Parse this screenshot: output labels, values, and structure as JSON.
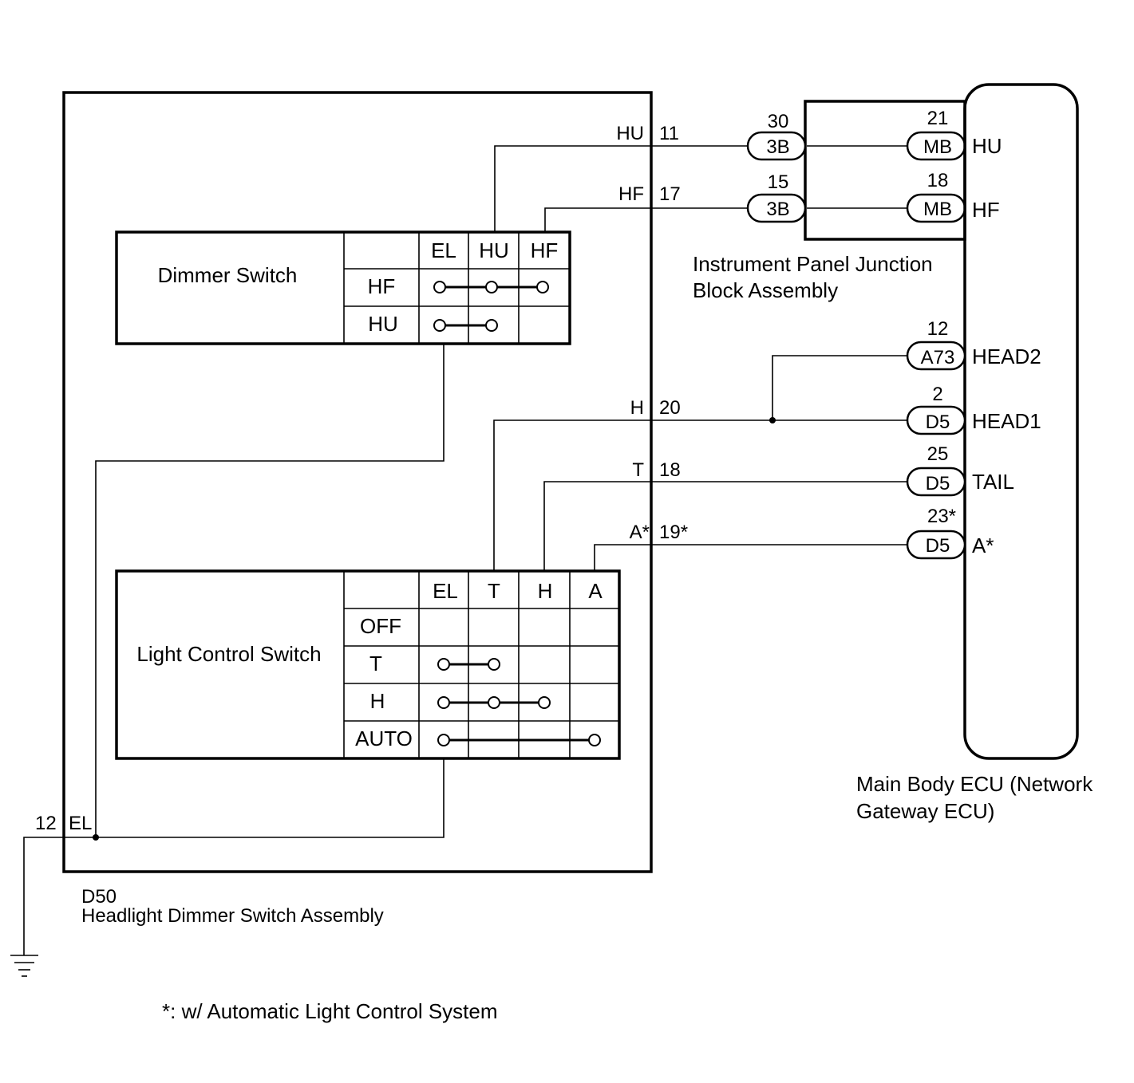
{
  "assembly": {
    "code": "D50",
    "name": "Headlight Dimmer Switch Assembly"
  },
  "dimmer_switch": {
    "title": "Dimmer Switch",
    "columns": [
      "EL",
      "HU",
      "HF"
    ],
    "rows": [
      "HF",
      "HU"
    ]
  },
  "light_control_switch": {
    "title": "Light Control Switch",
    "columns": [
      "EL",
      "T",
      "H",
      "A"
    ],
    "rows": [
      "OFF",
      "T",
      "H",
      "AUTO"
    ]
  },
  "d50_pins": {
    "hu": {
      "name": "HU",
      "pin": "11"
    },
    "hf": {
      "name": "HF",
      "pin": "17"
    },
    "h": {
      "name": "H",
      "pin": "20"
    },
    "t": {
      "name": "T",
      "pin": "18"
    },
    "a": {
      "name": "A*",
      "pin": "19*"
    },
    "el": {
      "name": "EL",
      "pin": "12"
    }
  },
  "junction_block": {
    "name_line1": "Instrument Panel Junction",
    "name_line2": "Block Assembly",
    "in_hu": {
      "connector": "3B",
      "pin": "30"
    },
    "in_hf": {
      "connector": "3B",
      "pin": "15"
    },
    "out_hu": {
      "connector": "MB",
      "pin": "21"
    },
    "out_hf": {
      "connector": "MB",
      "pin": "18"
    }
  },
  "ecu": {
    "name_line1": "Main Body ECU (Network",
    "name_line2": "Gateway ECU)",
    "terminals": {
      "hu": {
        "label": "HU"
      },
      "hf": {
        "label": "HF"
      },
      "head2": {
        "label": "HEAD2",
        "connector": "A73",
        "pin": "12"
      },
      "head1": {
        "label": "HEAD1",
        "connector": "D5",
        "pin": "2"
      },
      "tail": {
        "label": "TAIL",
        "connector": "D5",
        "pin": "25"
      },
      "a": {
        "label": "A*",
        "connector": "D5",
        "pin": "23*"
      }
    }
  },
  "footnote": "*: w/ Automatic Light Control System"
}
